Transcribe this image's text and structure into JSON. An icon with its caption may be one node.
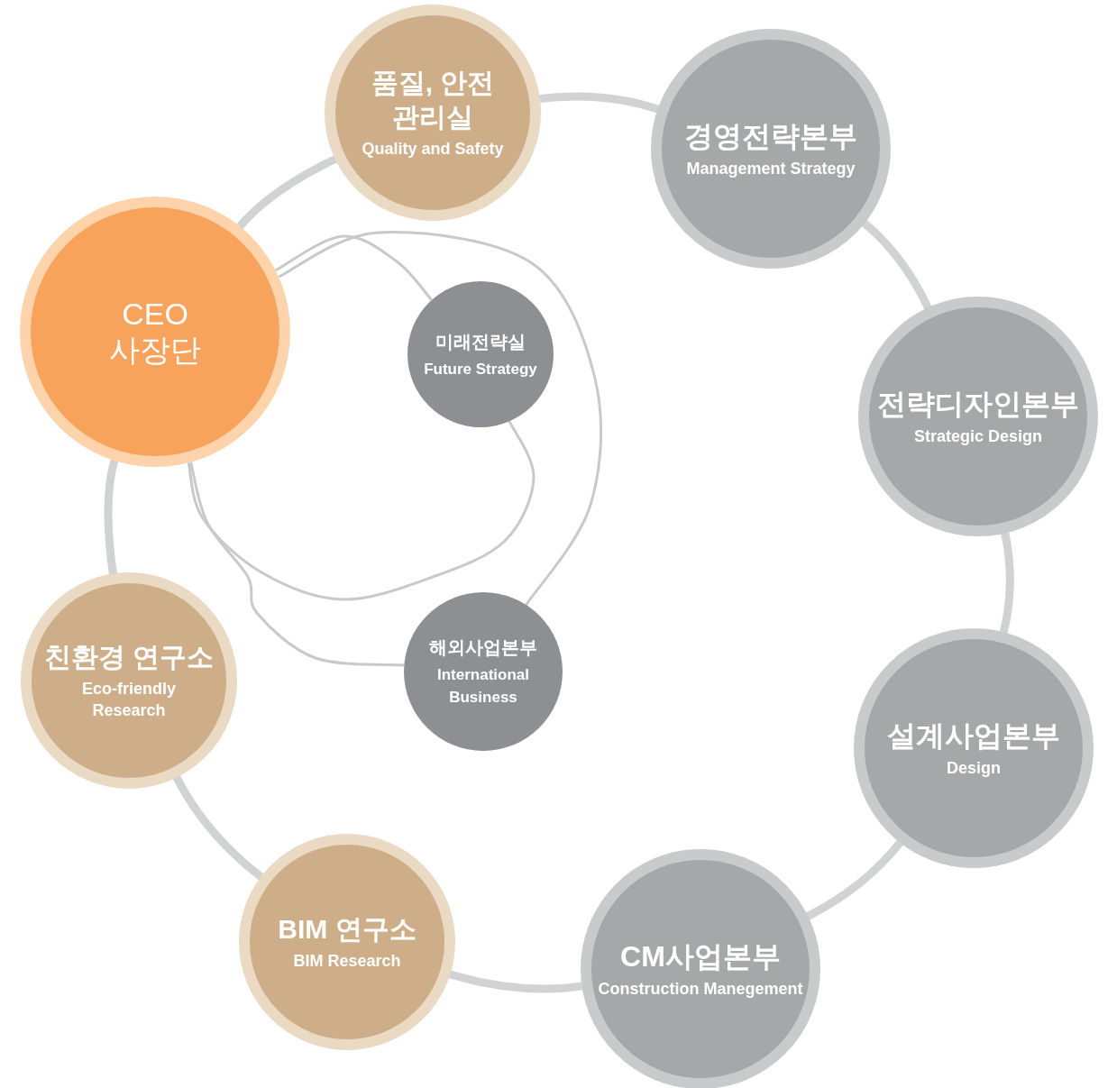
{
  "diagram": {
    "nodes": [
      {
        "text": [
          "CEO 사장단"
        ]
      },
      {
        "text": [
          "품질, 안전 관리실",
          "Quality and Safety"
        ]
      },
      {
        "text": [
          "경영전략본부",
          "Management Strategy"
        ]
      },
      {
        "text": [
          "전략디자인본부",
          "Strategic Design"
        ]
      },
      {
        "text": [
          "설계사업본부",
          "Design"
        ]
      },
      {
        "text": [
          "CM사업본부",
          "Construction Manegement"
        ]
      },
      {
        "text": [
          "BIM 연구소",
          "BIM Research"
        ]
      },
      {
        "text": [
          "친환경 연구소",
          "Eco-friendly Research"
        ]
      },
      {
        "text": [
          "미래전략실",
          "Future Strategy"
        ]
      },
      {
        "text": [
          "해외사업본부",
          "International Business"
        ]
      }
    ],
    "edges": [
      {
        "from": 0,
        "to": 1,
        "arrow": "none"
      },
      {
        "from": 1,
        "to": 2,
        "arrow": "none"
      },
      {
        "from": 2,
        "to": 3,
        "arrow": "none"
      },
      {
        "from": 3,
        "to": 4,
        "arrow": "none"
      },
      {
        "from": 4,
        "to": 5,
        "arrow": "none"
      },
      {
        "from": 5,
        "to": 6,
        "arrow": "none"
      },
      {
        "from": 6,
        "to": 7,
        "arrow": "none"
      },
      {
        "from": 7,
        "to": 0,
        "arrow": "none"
      },
      {
        "from": 0,
        "to": 8,
        "arrow": "none"
      },
      {
        "from": 8,
        "to": 0,
        "arrow": "none"
      },
      {
        "from": 0,
        "to": 9,
        "arrow": "none"
      },
      {
        "from": 9,
        "to": 0,
        "arrow": "none"
      }
    ]
  }
}
